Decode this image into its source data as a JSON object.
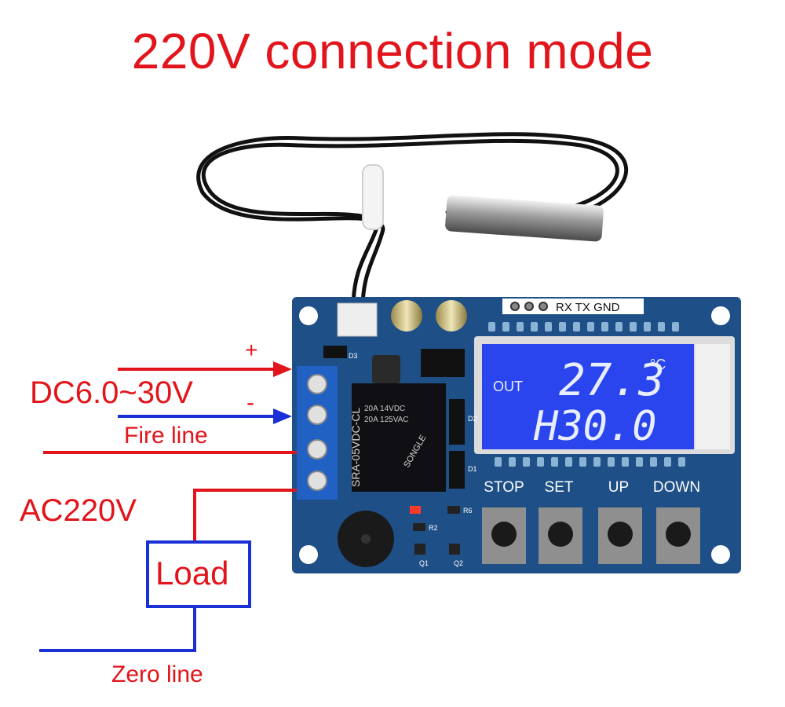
{
  "title": "220V connection mode",
  "labels": {
    "plus": "+",
    "minus": "-",
    "dc_supply": "DC6.0~30V",
    "fire_line": "Fire line",
    "ac_supply": "AC220V",
    "load": "Load",
    "zero_line": "Zero line"
  },
  "board": {
    "serial_header": "RX TX GND",
    "relay_model": "SRA-05VDC-CL",
    "relay_brand": "SONGLE",
    "relay_ratings": [
      "20A 14VDC",
      "20A 125VAC"
    ],
    "lcd": {
      "out_label": "OUT",
      "temperature": "27.3",
      "temperature_unit": "°C",
      "threshold": "H30.0"
    },
    "buttons": [
      "STOP",
      "SET",
      "UP",
      "DOWN"
    ],
    "silkscreen": [
      "D3",
      "D2",
      "D1",
      "R6",
      "R2",
      "Q1",
      "Q2"
    ]
  },
  "colors": {
    "positive_wire": "#e1151b",
    "negative_wire": "#1a2fd6",
    "board": "#1e4f86",
    "lcd": "#2a45ee"
  }
}
